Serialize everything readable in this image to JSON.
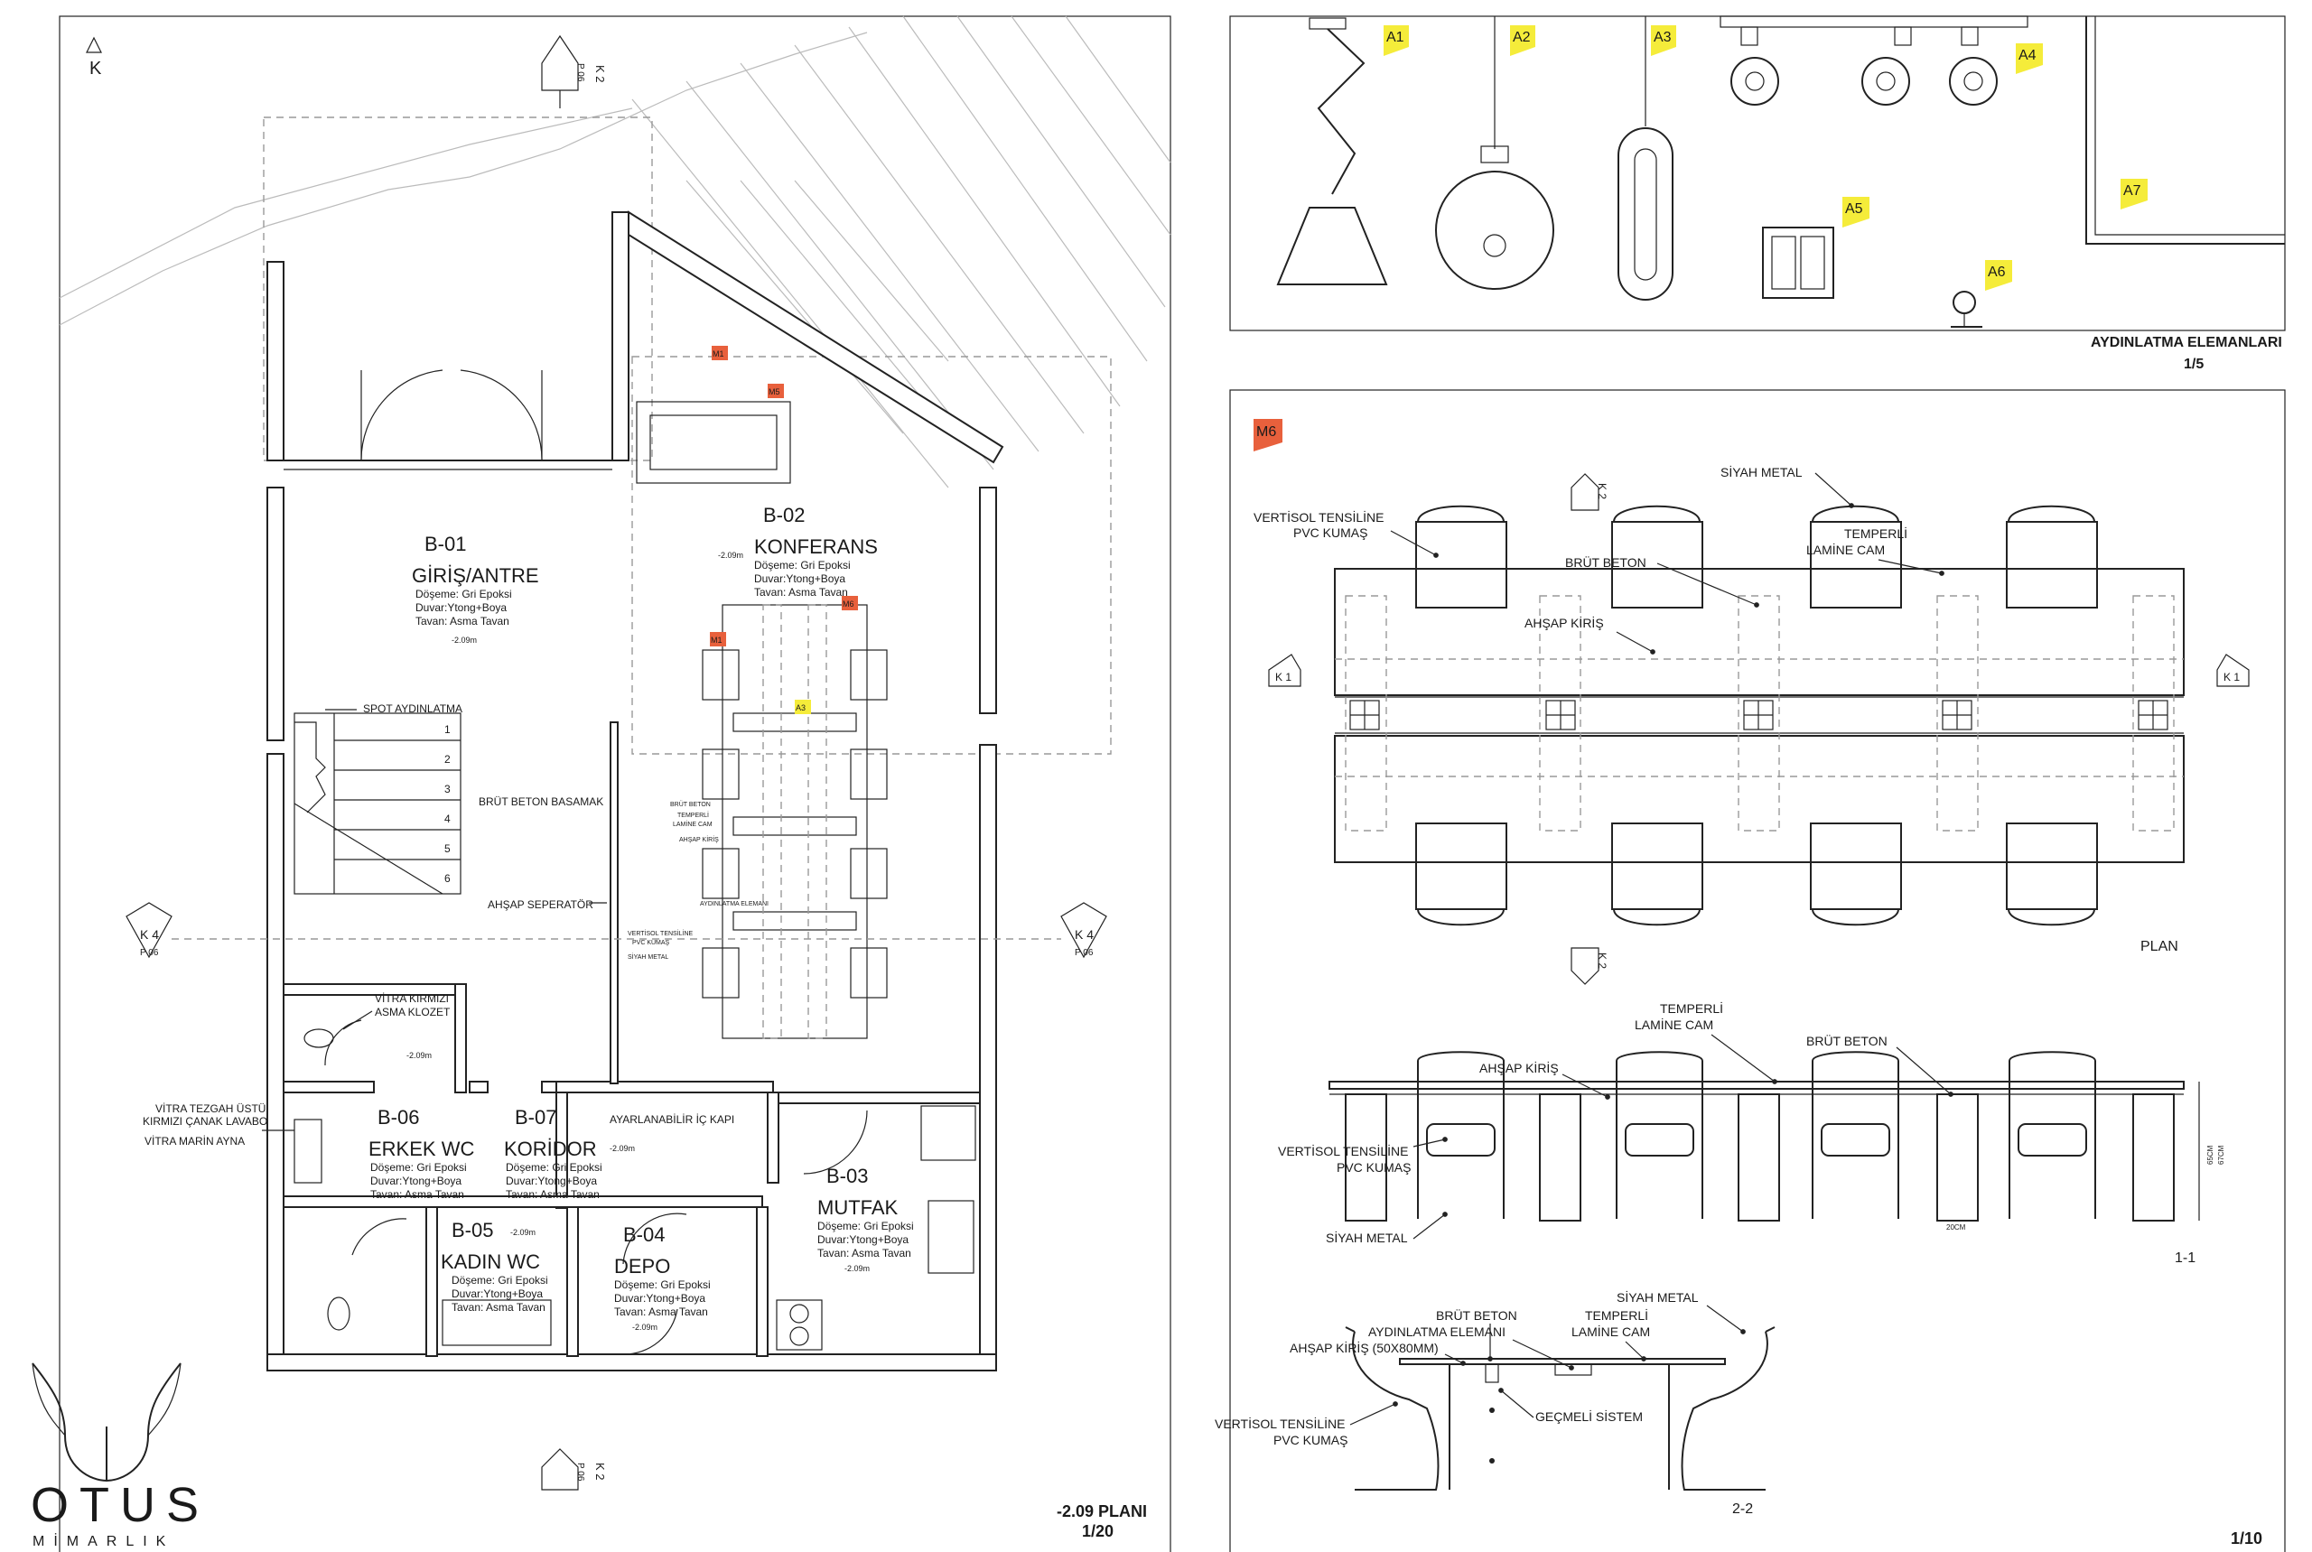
{
  "colors": {
    "tag_yellow": "#f5ec3a",
    "tag_orange": "#e8603c",
    "line": "#222222"
  },
  "north_label": "K",
  "plan": {
    "section_marks": {
      "k2": "K 2",
      "k4": "K 4",
      "p": "P 06"
    },
    "rooms": [
      {
        "id": "B-01",
        "name": "GİRİŞ/ANTRE",
        "floor": "Döşeme: Gri Epoksi",
        "wall": "Duvar:Ytong+Boya",
        "ceiling": "Tavan: Asma Tavan",
        "level": "-2.09m"
      },
      {
        "id": "B-02",
        "name": "KONFERANS",
        "floor": "Döşeme: Gri Epoksi",
        "wall": "Duvar:Ytong+Boya",
        "ceiling": "Tavan: Asma Tavan",
        "level": "-2.09m"
      },
      {
        "id": "B-03",
        "name": "MUTFAK",
        "floor": "Döşeme: Gri Epoksi",
        "wall": "Duvar:Ytong+Boya",
        "ceiling": "Tavan: Asma Tavan",
        "level": "-2.09m"
      },
      {
        "id": "B-04",
        "name": "DEPO",
        "floor": "Döşeme: Gri Epoksi",
        "wall": "Duvar:Ytong+Boya",
        "ceiling": "Tavan: Asma Tavan",
        "level": "-2.09m"
      },
      {
        "id": "B-05",
        "name": "KADIN WC",
        "floor": "Döşeme: Gri Epoksi",
        "wall": "Duvar:Ytong+Boya",
        "ceiling": "Tavan: Asma Tavan",
        "level": "-2.09m"
      },
      {
        "id": "B-06",
        "name": "ERKEK WC",
        "floor": "Döşeme: Gri Epoksi",
        "wall": "Duvar:Ytong+Boya",
        "ceiling": "Tavan: Asma Tavan",
        "level": "-2.09m"
      },
      {
        "id": "B-07",
        "name": "KORİDOR",
        "floor": "Döşeme: Gri Epoksi",
        "wall": "Duvar:Ytong+Boya",
        "ceiling": "Tavan: Asma Tavan",
        "level": "-2.09m"
      }
    ],
    "labels": {
      "spot": "SPOT AYDINLATMA",
      "stairs": "BRÜT BETON BASAMAK",
      "separator": "AHŞAP SEPERATÖR",
      "toilet": "VİTRA KIRMIZI ASMA KLOZET",
      "toilet_1": "VİTRA KIRMIZI",
      "toilet_2": "ASMA KLOZET",
      "sink_1": "VİTRA TEZGAH ÜSTÜ",
      "sink_2": "KIRMIZI ÇANAK LAVABO",
      "mirror": "VİTRA MARİN AYNA",
      "door": "AYARLANABİLİR İÇ KAPI",
      "small_1": "BRÜT BETON",
      "small_2": "TEMPERLİ",
      "small_3": "LAMİNE CAM",
      "small_4": "AHŞAP KİRİŞ",
      "small_5": "AYDINLATMA ELEMANI",
      "small_6": "VERTİSOL TENSİLİNE",
      "small_7": "PVC KUMAŞ",
      "small_8": "SİYAH METAL"
    },
    "steps": [
      "1",
      "2",
      "3",
      "4",
      "5",
      "6"
    ],
    "tags": {
      "m1": "M1",
      "m5": "M5",
      "m6": "M6",
      "a3": "A3"
    },
    "title": "-2.09 PLANI",
    "scale": "1/20"
  },
  "logo": {
    "name": "OTUS",
    "sub": "MİMARLIK"
  },
  "lighting": {
    "tags": [
      "A1",
      "A2",
      "A3",
      "A4",
      "A5",
      "A6",
      "A7"
    ],
    "title": "AYDINLATMA ELEMANLARI",
    "scale": "1/5"
  },
  "detail": {
    "tag": "M6",
    "plan_labels": {
      "vertisol_1": "VERTİSOL TENSİLİNE",
      "vertisol_2": "PVC KUMAŞ",
      "siyah": "SİYAH METAL",
      "temperli_1": "TEMPERLİ",
      "temperli_2": "LAMİNE CAM",
      "brut": "BRÜT BETON",
      "ahsap": "AHŞAP KİRİŞ",
      "k1": "K 1",
      "k2": "K 2",
      "plan": "PLAN"
    },
    "s11_labels": {
      "temperli_1": "TEMPERLİ",
      "temperli_2": "LAMİNE CAM",
      "brut": "BRÜT BETON",
      "ahsap": "AHŞAP KİRİŞ",
      "vertisol_1": "VERTİSOL TENSİLİNE",
      "vertisol_2": "PVC KUMAŞ",
      "siyah": "SİYAH METAL",
      "dim_65": "65CM",
      "dim_67": "67CM",
      "dim_20": "20CM",
      "name": "1-1"
    },
    "s22_labels": {
      "brut": "BRÜT BETON",
      "aydinlatma": "AYDINLATMA ELEMANI",
      "ahsap": "AHŞAP KİRİŞ (50X80MM)",
      "siyah": "SİYAH METAL",
      "temperli_1": "TEMPERLİ",
      "temperli_2": "LAMİNE CAM",
      "vertisol_1": "VERTİSOL TENSİLİNE",
      "vertisol_2": "PVC KUMAŞ",
      "gecmeli": "GEÇMELİ SİSTEM",
      "name": "2-2"
    },
    "scale": "1/10"
  }
}
